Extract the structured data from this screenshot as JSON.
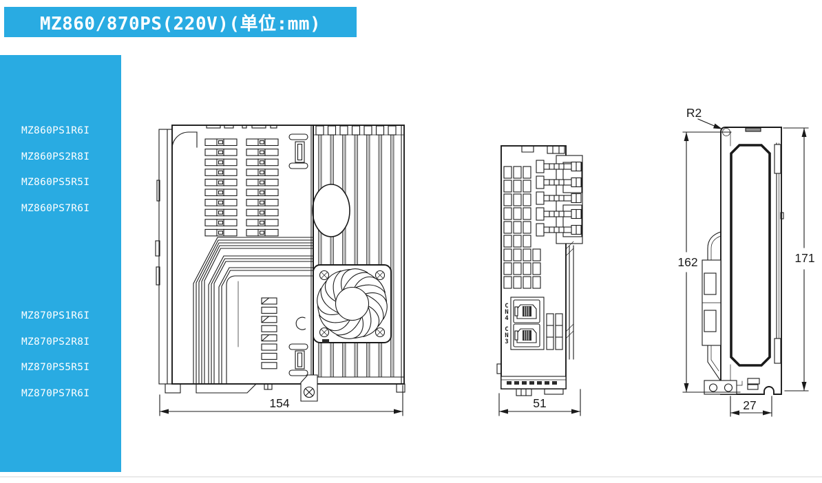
{
  "header": {
    "title": "MZ860/870PS(220V)(单位:mm)"
  },
  "sidebar": {
    "group_860": [
      "MZ860PS1R6I",
      "MZ860PS2R8I",
      "MZ860PS5R5I",
      "MZ860PS7R6I"
    ],
    "group_870": [
      "MZ870PS1R6I",
      "MZ870PS2R8I",
      "MZ870PS5R5I",
      "MZ870PS7R6I"
    ]
  },
  "dimensions": {
    "front_width": "154",
    "side_depth": "51",
    "mount_inner_height": "162",
    "overall_height": "171",
    "foot_width": "27",
    "corner_radius": "R2"
  },
  "connectors": {
    "top": "CN4",
    "bottom": "CN3"
  },
  "colors": {
    "accent": "#29ABE2",
    "line": "#1a1a1a",
    "divider": "#e9e9e9"
  }
}
